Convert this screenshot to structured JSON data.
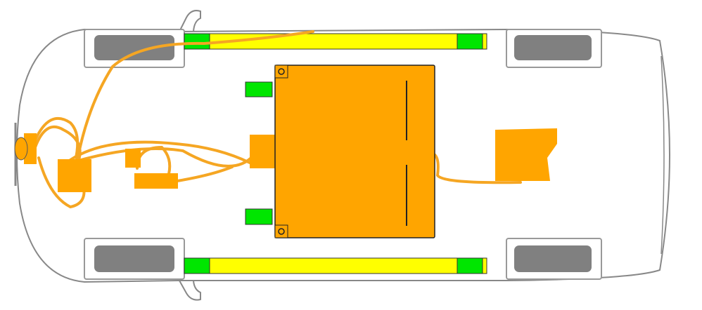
{
  "diagram": {
    "subject": "vehicle-top-view-high-voltage-layout",
    "colors": {
      "body_outline": "#888888",
      "wheel_well_outline": "#999999",
      "tire": "#808080",
      "cable": "#F5A623",
      "component": "#FFA500",
      "component_edge": "#333333",
      "rail": "#FFFF00",
      "rail_end": "#00E600",
      "battery_edge": "#222222",
      "background": "#FFFFFF"
    },
    "components": [
      "front-connector",
      "front-motor-unit",
      "front-junction-box",
      "dc-converter",
      "battery-junction-box",
      "battery-pack",
      "rear-motor-unit",
      "battery-mount-bracket-top",
      "battery-mount-bracket-bottom",
      "side-rail-top",
      "side-rail-bottom"
    ]
  }
}
